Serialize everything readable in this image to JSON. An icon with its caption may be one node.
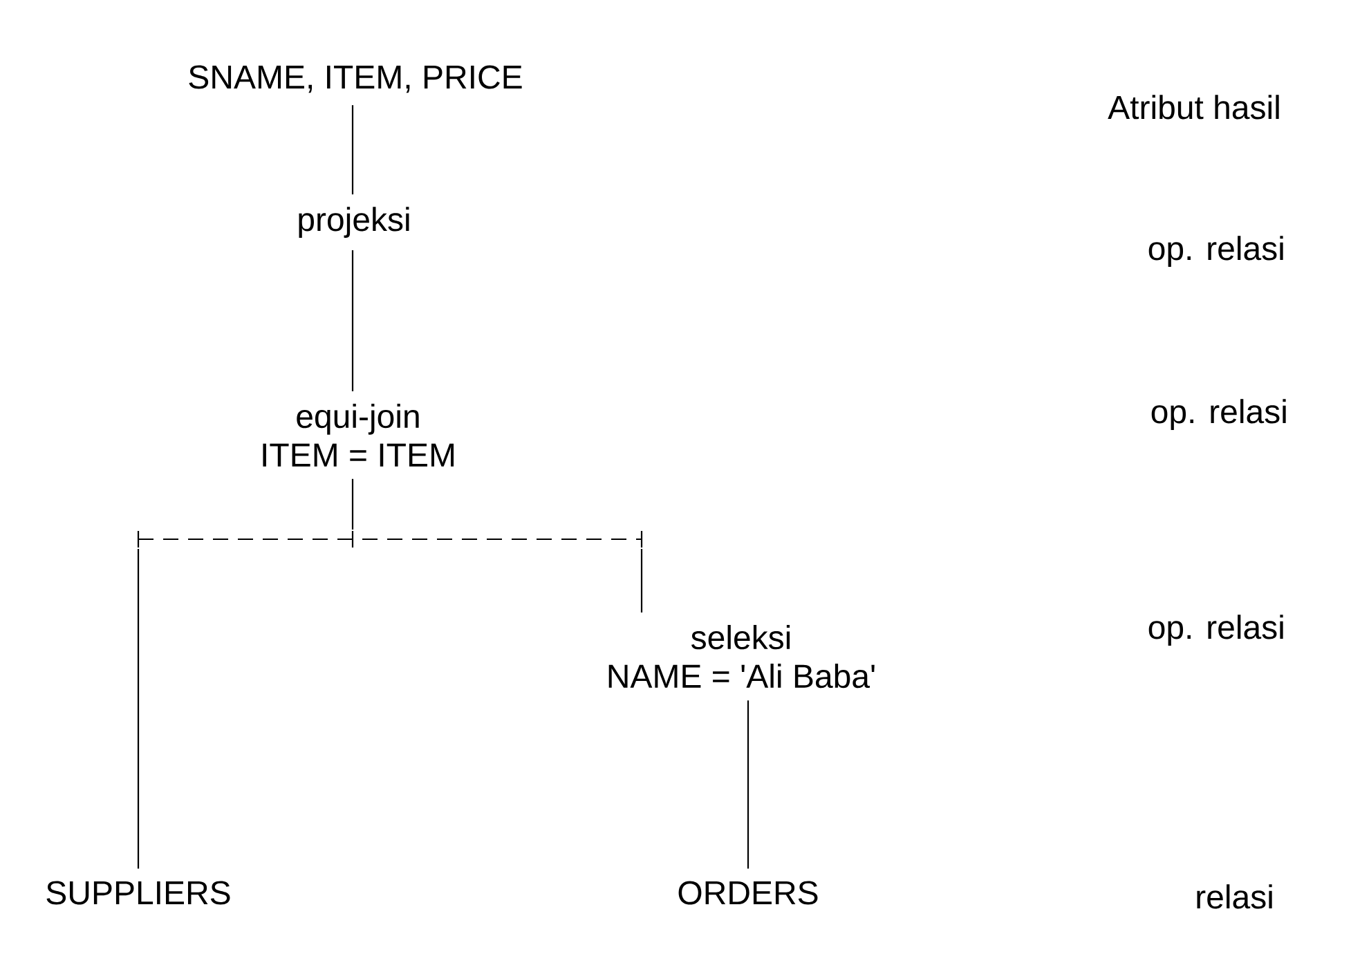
{
  "diagram": {
    "nodes": [
      {
        "text": [
          "SNAME, ITEM, PRICE"
        ]
      },
      {
        "text": [
          "projeksi"
        ]
      },
      {
        "text": [
          "equi-join",
          "ITEM = ITEM"
        ]
      },
      {
        "text": [],
        "shape": "bar"
      },
      {
        "text": [
          "seleksi",
          "NAME = 'Ali Baba'"
        ]
      },
      {
        "text": [
          "SUPPLIERS"
        ]
      },
      {
        "text": [
          "ORDERS"
        ]
      }
    ],
    "edges": [
      {
        "from": 0,
        "to": 1,
        "arrow": "none"
      },
      {
        "from": 1,
        "to": 2,
        "arrow": "none"
      },
      {
        "from": 2,
        "to": 3,
        "arrow": "none"
      },
      {
        "from": 3,
        "to": 5,
        "arrow": "none"
      },
      {
        "from": 3,
        "to": 4,
        "arrow": "none"
      },
      {
        "from": 4,
        "to": 6,
        "arrow": "none"
      }
    ],
    "labels": [
      "Atribut hasil",
      "op. relasi",
      "op. relasi",
      "op. relasi",
      "relasi"
    ]
  }
}
